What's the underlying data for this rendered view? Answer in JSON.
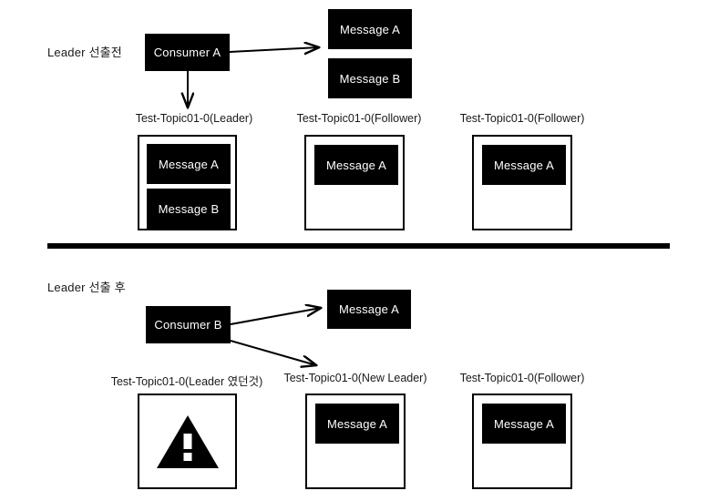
{
  "diagram": {
    "title_top": "Leader 선출전",
    "title_bottom": "Leader 선출 후",
    "divider": {
      "color": "#000000"
    }
  },
  "colors": {
    "block_fill": "#000000",
    "block_text": "#ffffff",
    "partition_border": "#000000",
    "partition_fill": "#ffffff",
    "label_text": "#1a1a1a",
    "arrow": "#000000"
  },
  "top_section": {
    "label": "Leader 선출전",
    "consumer": {
      "label": "Consumer A"
    },
    "consumed_messages": [
      {
        "label": "Message A"
      },
      {
        "label": "Message B"
      }
    ],
    "partitions": [
      {
        "label": "Test-Topic01-0(Leader)",
        "messages": [
          {
            "label": "Message A"
          },
          {
            "label": "Message B"
          }
        ]
      },
      {
        "label": "Test-Topic01-0(Follower)",
        "messages": [
          {
            "label": "Message A"
          }
        ]
      },
      {
        "label": "Test-Topic01-0(Follower)",
        "messages": [
          {
            "label": "Message A"
          }
        ]
      }
    ]
  },
  "bottom_section": {
    "label": "Leader 선출 후",
    "consumer": {
      "label": "Consumer B"
    },
    "consumed_messages": [
      {
        "label": "Message A"
      }
    ],
    "partitions": [
      {
        "label": "Test-Topic01-0(Leader 였던것)",
        "status_icon": "warning-triangle-icon",
        "messages": []
      },
      {
        "label": "Test-Topic01-0(New Leader)",
        "messages": [
          {
            "label": "Message A"
          }
        ]
      },
      {
        "label": "Test-Topic01-0(Follower)",
        "messages": [
          {
            "label": "Message A"
          }
        ]
      }
    ]
  }
}
